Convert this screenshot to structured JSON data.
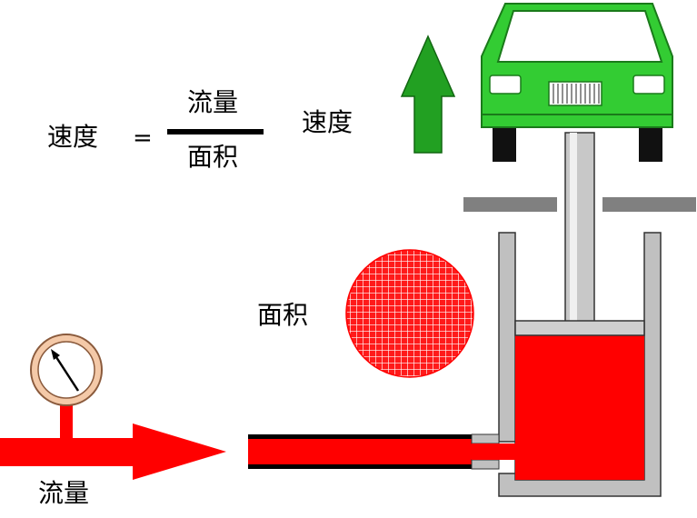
{
  "formula": {
    "lhs": "速度",
    "equals": "=",
    "numerator": "流量",
    "denominator": "面积"
  },
  "labels": {
    "speed": "速度",
    "area": "面积",
    "flow": "流量"
  },
  "colors": {
    "fluid": "#ff0000",
    "car_body": "#33cc33",
    "arrow_up": "#22a022",
    "cylinder_wall": "#c0c0c0",
    "gauge_ring": "#f4c9a8"
  },
  "icons": {
    "car": "car-icon",
    "gauge": "pressure-gauge-icon",
    "up_arrow": "up-arrow-icon",
    "flow_arrow": "flow-arrow-icon"
  }
}
